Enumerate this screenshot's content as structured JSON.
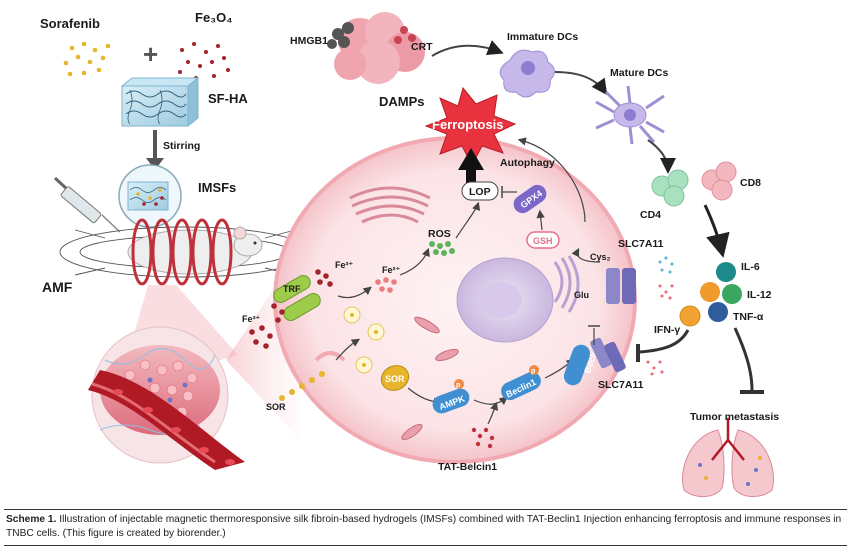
{
  "labels": {
    "sorafenib": "Sorafenib",
    "fe3o4": "Fe₃O₄",
    "sfha": "SF-HA",
    "stirring": "Stirring",
    "imsfs": "IMSFs",
    "amf": "AMF",
    "hmgb1": "HMGB1",
    "crt": "CRT",
    "damps": "DAMPs",
    "immature_dcs": "Immature DCs",
    "mature_dcs": "Mature DCs",
    "ferroptosis": "Ferroptosis",
    "autophagy": "Autophagy",
    "lop": "LOP",
    "gpx4": "GPX4",
    "gsh": "GSH",
    "ros": "ROS",
    "cys2": "Cys₂",
    "slc7a11_top": "SLC7A11",
    "glu": "Glu",
    "trf": "TRF",
    "fe3_trf": "Fe³⁺",
    "fe2": "Fe²⁺",
    "fe3_left": "Fe³⁺",
    "sor": "SOR",
    "sor_cell": "SOR",
    "ampk": "AMPK",
    "beclin1_mid": "Beclin1",
    "beclin1_mem": "Beclin1",
    "slc7a11_bottom": "SLC7A11",
    "tat_beclin1": "TAT-Belcin1",
    "cd4": "CD4",
    "cd8": "CD8",
    "il6": "IL-6",
    "il12": "IL-12",
    "tnfa": "TNF-α",
    "ifng": "IFN-γ",
    "tumor_metastasis": "Tumor metastasis",
    "plus": "+",
    "p_ampk": "p",
    "p_beclin": "p"
  },
  "caption": {
    "label": "Scheme 1.",
    "text": " Illustration of injectable magnetic thermoresponsive silk fibroin-based hydrogels (IMSFs) combined with TAT-Beclin1 Injection enhancing ferroptosis and immune responses in TNBC cells. (This figure is created by biorender.)"
  },
  "colors": {
    "cell_fill": "#fbe4e6",
    "cell_edge": "#f3b9bf",
    "ferroptosis_burst": "#e8333e",
    "iron_dark": "#a3232b",
    "iron_light": "#ef7b7f",
    "ros_green": "#5bb55a",
    "sorafenib_gold": "#e6b52c",
    "pill_blue": "#3f8fd2",
    "pill_purple": "#7b68c9",
    "pill_pink": "#e86f8a",
    "trf_green": "#9ccc4a",
    "cd4_green": "#a8e0c0",
    "cd8_pink": "#f3b8bf"
  }
}
